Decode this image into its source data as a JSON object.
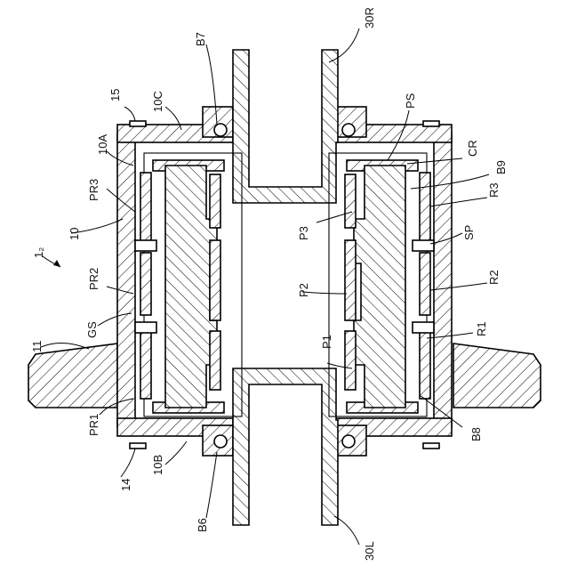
{
  "figure": {
    "labels": {
      "fig_ref": "1₂",
      "l_15": "15",
      "l_10C": "10C",
      "l_B7": "B7",
      "l_30R": "30R",
      "l_PS": "PS",
      "l_CR": "CR",
      "l_B9": "B9",
      "l_10A": "10A",
      "l_PR3": "PR3",
      "l_R3": "R3",
      "l_10": "10",
      "l_P3": "P3",
      "l_SP": "SP",
      "l_PR2": "PR2",
      "l_P2": "P2",
      "l_R2": "R2",
      "l_GS": "GS",
      "l_P1": "P1",
      "l_R1": "R1",
      "l_11": "11",
      "l_PR1": "PR1",
      "l_B8": "B8",
      "l_14": "14",
      "l_10B": "10B",
      "l_B6": "B6",
      "l_30L": "30L"
    }
  }
}
